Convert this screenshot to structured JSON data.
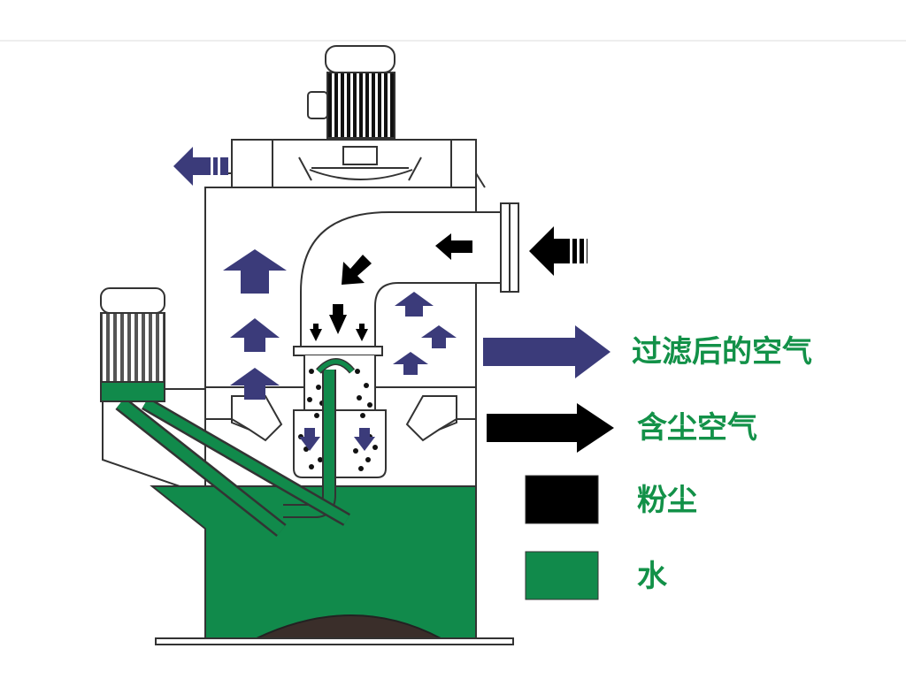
{
  "colors": {
    "clean_air_arrow": "#3b3b7a",
    "dusty_air_arrow": "#000000",
    "dust": "#000000",
    "water": "#118a4b",
    "label_text": "#129148",
    "outline": "#333333",
    "sludge": "#3a2e2a"
  },
  "legend": {
    "filtered_air": "过滤后的空气",
    "dusty_air": "含尘空气",
    "dust": "粉尘",
    "water": "水"
  },
  "icons": {
    "main_motor": "motor-icon",
    "pump_motor": "pump-motor-icon"
  }
}
